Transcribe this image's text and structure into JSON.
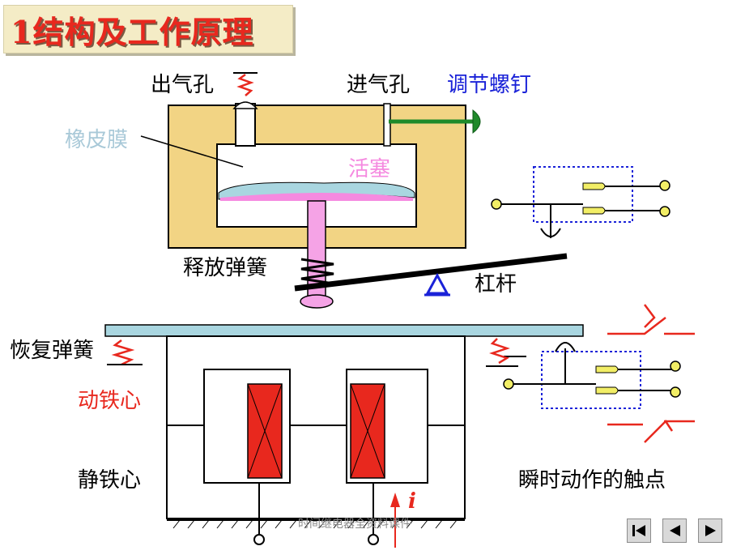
{
  "title": "1结构及工作原理",
  "labels": {
    "outlet_hole": "出气孔",
    "inlet_hole": "进气孔",
    "adjust_screw": "调节螺钉",
    "rubber_membrane": "橡皮膜",
    "piston": "活塞",
    "release_spring": "释放弹簧",
    "lever": "杠杆",
    "return_spring": "恢复弹簧",
    "moving_core": "动铁心",
    "static_core": "静铁心",
    "instant_contacts": "瞬时动作的触点",
    "current": "i"
  },
  "footer": "时间继电器全资料课件",
  "colors": {
    "title_red": "#e8281e",
    "housing": "#f2d484",
    "coil": "#e8281e",
    "screw": "#1f8a2a",
    "membrane": "#a9d6e0",
    "piston": "#f58ae0",
    "contact_yellow": "#f2ee66",
    "label_blue": "#1a22d8"
  },
  "nav": {
    "first_icon": "skip-first-icon",
    "prev_icon": "prev-icon",
    "next_icon": "next-icon"
  }
}
